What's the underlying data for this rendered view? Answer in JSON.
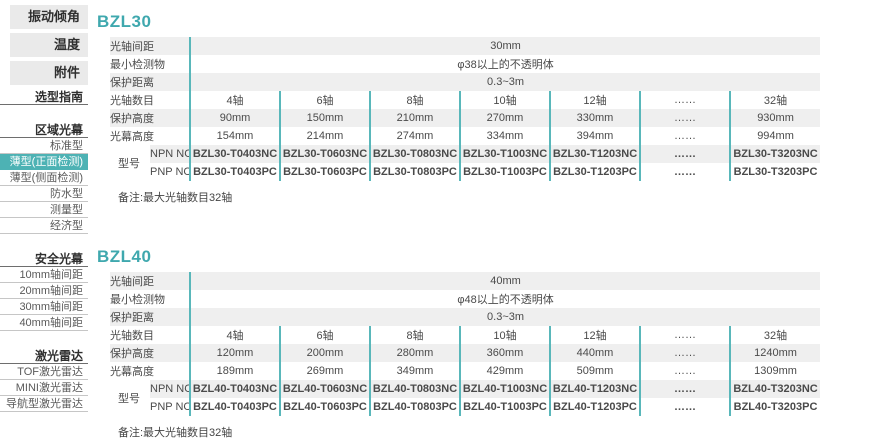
{
  "colors": {
    "accent": "#3fa8ae",
    "divider": "#59b7ba",
    "selected_item_bg": "#4db2b4",
    "row_stripe": "#efefef"
  },
  "sidebar": {
    "top_items": [
      "振动倾角",
      "温度",
      "附件"
    ],
    "guide_label": "选型指南",
    "sections": [
      {
        "title": "区域光幕",
        "items": [
          {
            "label": "标准型",
            "selected": false
          },
          {
            "label": "薄型(正面检测)",
            "selected": true
          },
          {
            "label": "薄型(侧面检测)",
            "selected": false
          },
          {
            "label": "防水型",
            "selected": false
          },
          {
            "label": "测量型",
            "selected": false
          },
          {
            "label": "经济型",
            "selected": false
          }
        ]
      },
      {
        "title": "安全光幕",
        "items": [
          {
            "label": "10mm轴间距",
            "selected": false
          },
          {
            "label": "20mm轴间距",
            "selected": false
          },
          {
            "label": "30mm轴间距",
            "selected": false
          },
          {
            "label": "40mm轴间距",
            "selected": false
          }
        ]
      },
      {
        "title": "激光雷达",
        "items": [
          {
            "label": "TOF激光雷达",
            "selected": false
          },
          {
            "label": "MINI激光雷达",
            "selected": false
          },
          {
            "label": "导航型激光雷达",
            "selected": false
          }
        ]
      }
    ]
  },
  "tables": [
    {
      "id": "bzl30",
      "title": "BZL30",
      "merged_rows": [
        {
          "label": "光轴间距",
          "value": "30mm"
        },
        {
          "label": "最小检测物",
          "value": "φ38以上的不透明体"
        },
        {
          "label": "保护距离",
          "value": "0.3~3m"
        }
      ],
      "column_rows": [
        {
          "label": "光轴数目",
          "values": [
            "4轴",
            "6轴",
            "8轴",
            "10轴",
            "12轴",
            "……",
            "32轴"
          ]
        },
        {
          "label": "保护高度",
          "values": [
            "90mm",
            "150mm",
            "210mm",
            "270mm",
            "330mm",
            "……",
            "930mm"
          ]
        },
        {
          "label": "光幕高度",
          "values": [
            "154mm",
            "214mm",
            "274mm",
            "334mm",
            "394mm",
            "……",
            "994mm"
          ]
        }
      ],
      "model": {
        "label": "型号",
        "rows": [
          {
            "sublabel": "NPN NC",
            "values": [
              "BZL30-T0403NC",
              "BZL30-T0603NC",
              "BZL30-T0803NC",
              "BZL30-T1003NC",
              "BZL30-T1203NC",
              "……",
              "BZL30-T3203NC"
            ]
          },
          {
            "sublabel": "PNP NC",
            "values": [
              "BZL30-T0403PC",
              "BZL30-T0603PC",
              "BZL30-T0803PC",
              "BZL30-T1003PC",
              "BZL30-T1203PC",
              "……",
              "BZL30-T3203PC"
            ]
          }
        ]
      },
      "note": "备注:最大光轴数目32轴"
    },
    {
      "id": "bzl40",
      "title": "BZL40",
      "merged_rows": [
        {
          "label": "光轴间距",
          "value": "40mm"
        },
        {
          "label": "最小检测物",
          "value": "φ48以上的不透明体"
        },
        {
          "label": "保护距离",
          "value": "0.3~3m"
        }
      ],
      "column_rows": [
        {
          "label": "光轴数目",
          "values": [
            "4轴",
            "6轴",
            "8轴",
            "10轴",
            "12轴",
            "……",
            "32轴"
          ]
        },
        {
          "label": "保护高度",
          "values": [
            "120mm",
            "200mm",
            "280mm",
            "360mm",
            "440mm",
            "……",
            "1240mm"
          ]
        },
        {
          "label": "光幕高度",
          "values": [
            "189mm",
            "269mm",
            "349mm",
            "429mm",
            "509mm",
            "……",
            "1309mm"
          ]
        }
      ],
      "model": {
        "label": "型号",
        "rows": [
          {
            "sublabel": "NPN NC",
            "values": [
              "BZL40-T0403NC",
              "BZL40-T0603NC",
              "BZL40-T0803NC",
              "BZL40-T1003NC",
              "BZL40-T1203NC",
              "……",
              "BZL40-T3203NC"
            ]
          },
          {
            "sublabel": "PNP NC",
            "values": [
              "BZL40-T0403PC",
              "BZL40-T0603PC",
              "BZL40-T0803PC",
              "BZL40-T1003PC",
              "BZL40-T1203PC",
              "……",
              "BZL40-T3203PC"
            ]
          }
        ]
      },
      "note": "备注:最大光轴数目32轴"
    }
  ]
}
